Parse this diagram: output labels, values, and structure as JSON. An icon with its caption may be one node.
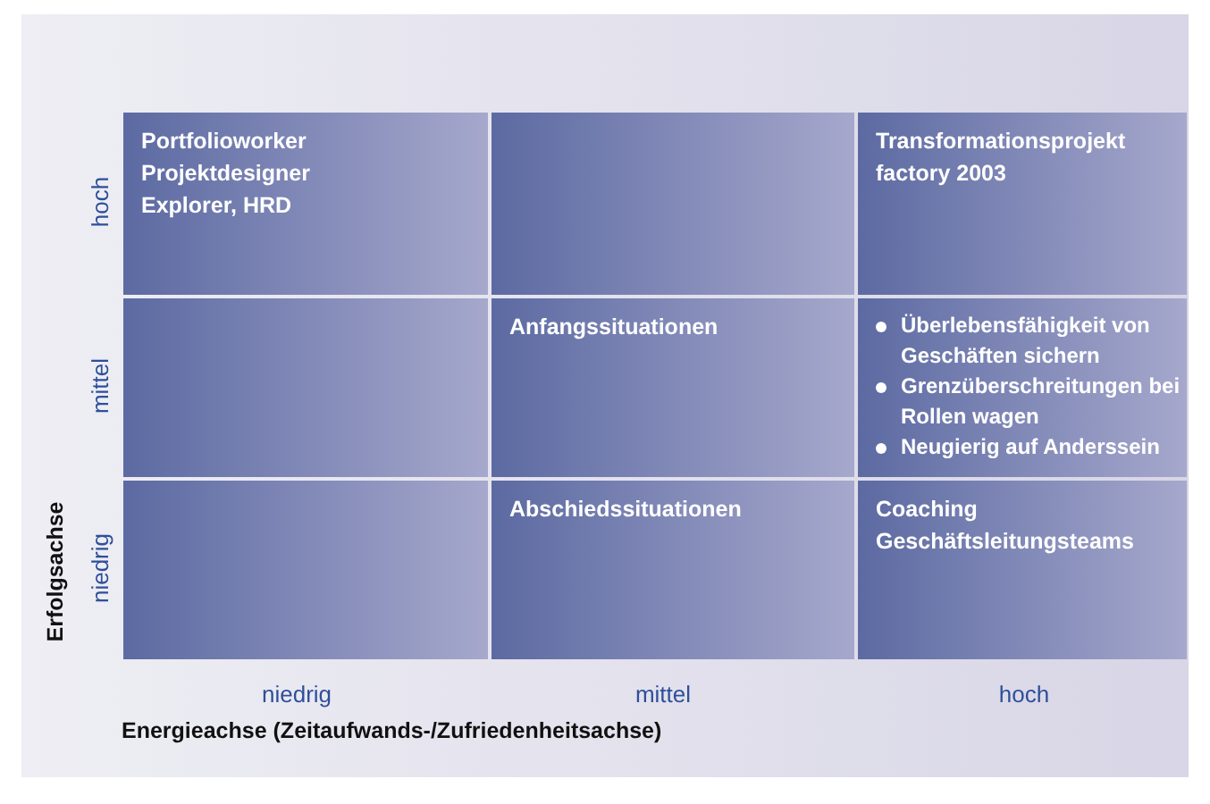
{
  "diagram": {
    "nodes": [
      {
        "text": [
          "Portfolioworker",
          "Projektdesigner",
          "Explorer, HRD"
        ]
      },
      {
        "text": [],
        "shape": "box"
      },
      {
        "text": [
          "Transformationsprojekt factory 2003"
        ]
      },
      {
        "text": [],
        "shape": "box"
      },
      {
        "text": [
          "Anfangssituationen"
        ]
      },
      {
        "text": [
          "Überlebensfähigkeit von Geschäften sichern",
          "Grenzüberschreitungen bei Rollen wagen",
          "Neugierig auf Anderssein"
        ]
      },
      {
        "text": [],
        "shape": "box"
      },
      {
        "text": [
          "Abschiedssituationen"
        ]
      },
      {
        "text": [
          "Coaching Geschäftsleitungsteams"
        ]
      }
    ],
    "edges": [],
    "labels": [
      "hoch",
      "mittel",
      "niedrig",
      "Erfolgsachse",
      "niedrig",
      "mittel",
      "hoch",
      "Energieachse (Zeitaufwands-/Zufriedenheitsachse)"
    ]
  }
}
